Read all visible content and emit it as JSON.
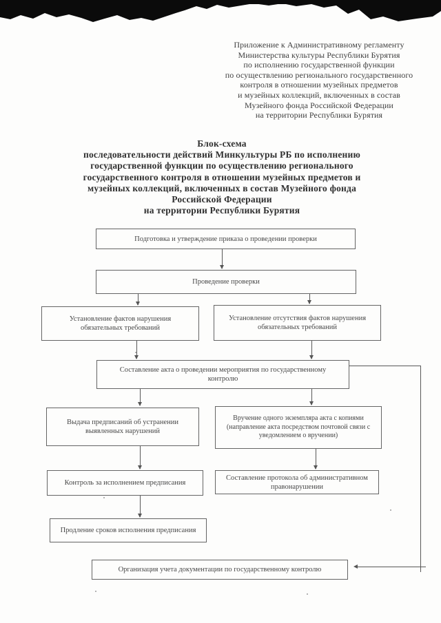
{
  "document": {
    "header": {
      "lines": [
        "Приложение к Административному регламенту",
        "Министерства культуры Республики Бурятия",
        "по исполнению государственной функции",
        "по осуществлению регионального государственного",
        "контроля в отношении музейных предметов",
        "и музейных коллекций, включенных в состав",
        "Музейного фонда Российской Федерации",
        "на территории Республики Бурятия"
      ]
    },
    "title": {
      "lines": [
        "Блок-схема",
        "последовательности действий Минкультуры РБ по исполнению",
        "государственной функции по осуществлению регионального",
        "государственного контроля в отношении музейных предметов и",
        "музейных коллекций, включенных в состав Музейного фонда",
        "Российской Федерации",
        "на территории Республики Бурятия"
      ]
    }
  },
  "flowchart": {
    "nodes": [
      {
        "id": "prepare-order",
        "label": "Подготовка и утверждение приказа о проведении проверки"
      },
      {
        "id": "conduct-inspection",
        "label": "Проведение проверки"
      },
      {
        "id": "violations-found",
        "label": "Установление фактов нарушения обязательных требований"
      },
      {
        "id": "no-violations",
        "label": "Установление отсутствия фактов нарушения обязательных требований"
      },
      {
        "id": "draw-up-act",
        "label": "Составление акта о проведении мероприятия по государственному контролю"
      },
      {
        "id": "issue-orders",
        "label": "Выдача предписаний об устранении выявленных нарушений"
      },
      {
        "id": "deliver-act-copy",
        "label": "Вручение одного экземпляра акта с копиями (направление акта посредством почтовой связи с уведомлением о вручении)"
      },
      {
        "id": "control-execution",
        "label": "Контроль за исполнением предписания"
      },
      {
        "id": "admin-protocol",
        "label": "Составление протокола об административном правонарушении"
      },
      {
        "id": "extend-terms",
        "label": "Продление сроков исполнения предписания"
      },
      {
        "id": "records-keeping",
        "label": "Организация учета документации по государственному контролю"
      }
    ]
  },
  "colors": {
    "ink": "#3e3e3e",
    "line": "#565656",
    "scan_bar": "#0b0b0b",
    "paper": "#fdfdfc"
  }
}
